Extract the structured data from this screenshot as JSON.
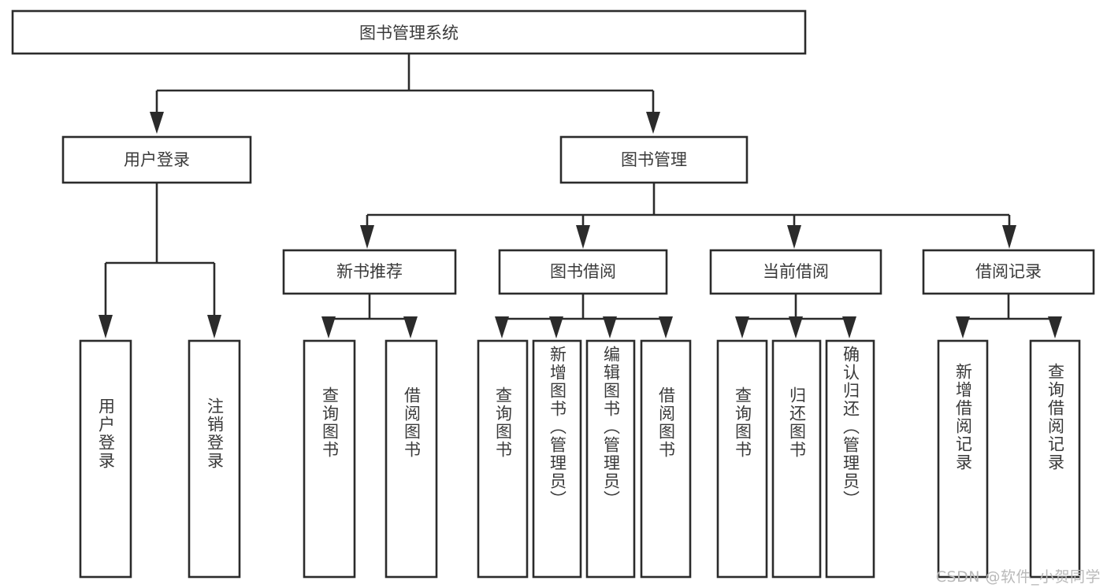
{
  "diagram": {
    "title": "图书管理系统",
    "type": "tree-hierarchy",
    "orientation": "top-down",
    "colors": {
      "box_stroke": "#2b2b2b",
      "box_fill": "#ffffff",
      "text": "#3a3a3a",
      "connector": "#2b2b2b",
      "watermark": "#b9b9b9",
      "background": "#ffffff"
    },
    "root": {
      "label": "图书管理系统"
    },
    "level2": [
      {
        "label": "用户登录"
      },
      {
        "label": "图书管理"
      }
    ],
    "level3": [
      {
        "label": "新书推荐"
      },
      {
        "label": "图书借阅"
      },
      {
        "label": "当前借阅"
      },
      {
        "label": "借阅记录"
      }
    ],
    "leaves": {
      "user_login": [
        {
          "label": "用户登录"
        },
        {
          "label": "注销登录"
        }
      ],
      "new_book_recommend": [
        {
          "label": "查询图书"
        },
        {
          "label": "借阅图书"
        }
      ],
      "book_borrow": [
        {
          "label": "查询图书"
        },
        {
          "label": "新增图书（管理员）"
        },
        {
          "label": "编辑图书（管理员）"
        },
        {
          "label": "借阅图书"
        }
      ],
      "current_borrow": [
        {
          "label": "查询图书"
        },
        {
          "label": "归还图书"
        },
        {
          "label": "确认归还（管理员）"
        }
      ],
      "borrow_record": [
        {
          "label": "新增借阅记录"
        },
        {
          "label": "查询借阅记录"
        }
      ]
    },
    "watermark": "CSDN @软件_小贺同学"
  }
}
